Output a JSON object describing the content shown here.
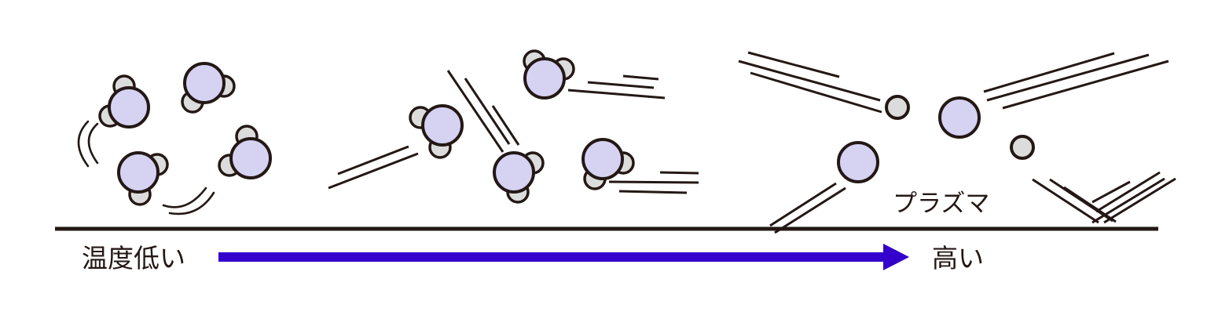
{
  "labels": {
    "low": "温度低い",
    "high": "高い",
    "plasma": "プラズマ"
  },
  "colors": {
    "ink": "#231815",
    "molecule_center": "#d6d2f2",
    "molecule_side": "#dcdcdc",
    "arrow": "#3300cc"
  }
}
